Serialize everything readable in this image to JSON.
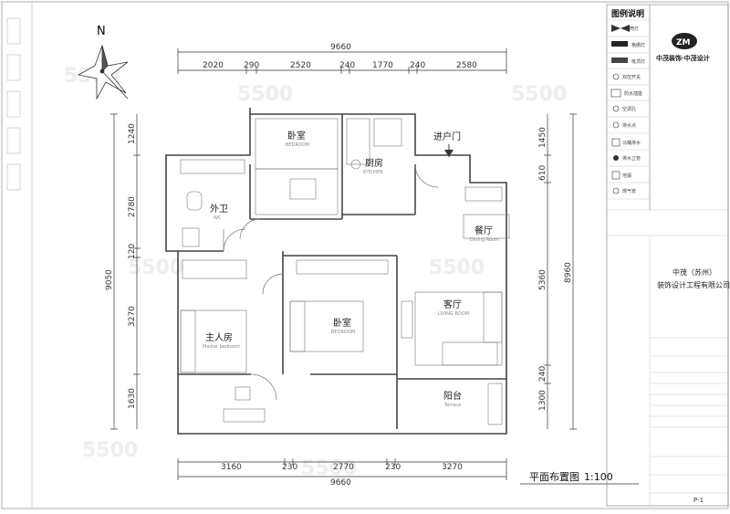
{
  "plan": {
    "north_label": "N",
    "entry_label": "进户门",
    "title_label": "平面布置图",
    "scale_label": "1:100",
    "page_number": "P-1"
  },
  "dimensions": {
    "top_total": "9660",
    "top_segments": [
      "2020",
      "290",
      "2520",
      "240",
      "1770",
      "240",
      "2580"
    ],
    "bottom_total": "9660",
    "bottom_segments": [
      "3160",
      "230",
      "2770",
      "230",
      "3270"
    ],
    "left_total": "9050",
    "left_segments": [
      "1240",
      "2780",
      "120",
      "3270",
      "1630"
    ],
    "right_inner": [
      "1450",
      "610",
      "5360",
      "240",
      "1300"
    ],
    "right_outer": "8960"
  },
  "rooms": [
    {
      "cn": "卧室",
      "en": "BEDROOM"
    },
    {
      "cn": "厨房",
      "en": "KITCHEN"
    },
    {
      "cn": "外卫",
      "en": "WC"
    },
    {
      "cn": "餐厅",
      "en": "Dining Room"
    },
    {
      "cn": "主人房",
      "en": "Master bedroom"
    },
    {
      "cn": "卧室",
      "en": "BEDROOM"
    },
    {
      "cn": "客厅",
      "en": "LIVING ROOM"
    },
    {
      "cn": "阳台",
      "en": "Terrace"
    }
  ],
  "legend": {
    "title": "图例说明",
    "items": [
      "筒灯",
      "格栅灯",
      "吸顶灯",
      "双控开关",
      "防水插座",
      "空调孔",
      "排水点",
      "马桶排水",
      "排水立管",
      "地漏",
      "燃气管"
    ]
  },
  "company": {
    "logo_mark": "ZM",
    "logo_text": "中茂装饰·中茂设计",
    "name_line1": "中茂（苏州）",
    "name_line2": "装饰设计工程有限公司"
  },
  "colors": {
    "wall": "#444444",
    "furniture": "#777777",
    "dim_line": "#333333",
    "watermark": "#eeeeee",
    "logo_fill": "#222222"
  }
}
